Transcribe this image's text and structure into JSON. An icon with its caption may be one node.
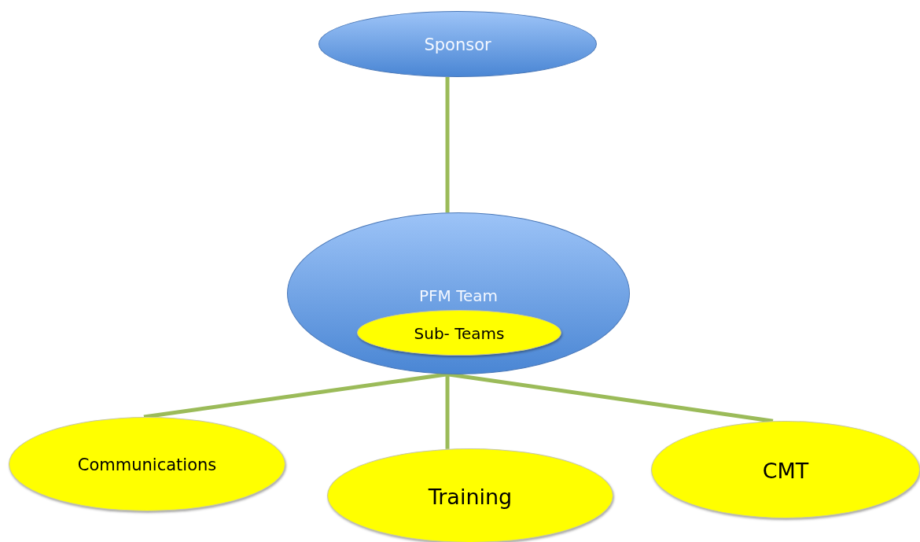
{
  "diagram": {
    "nodes": [
      {
        "text": [
          "Sponsor"
        ]
      },
      {
        "text": [
          "PFM Team"
        ]
      },
      {
        "text": [
          "Sub- Teams"
        ],
        "in": 1
      },
      {
        "text": [
          "Communications"
        ]
      },
      {
        "text": [
          "Training"
        ]
      },
      {
        "text": [
          "CMT"
        ]
      }
    ],
    "edges": [
      {
        "from": 0,
        "to": 1,
        "arrow": "none"
      },
      {
        "from": 1,
        "to": 3,
        "arrow": "none"
      },
      {
        "from": 1,
        "to": 4,
        "arrow": "none"
      },
      {
        "from": 1,
        "to": 5,
        "arrow": "none"
      }
    ]
  }
}
